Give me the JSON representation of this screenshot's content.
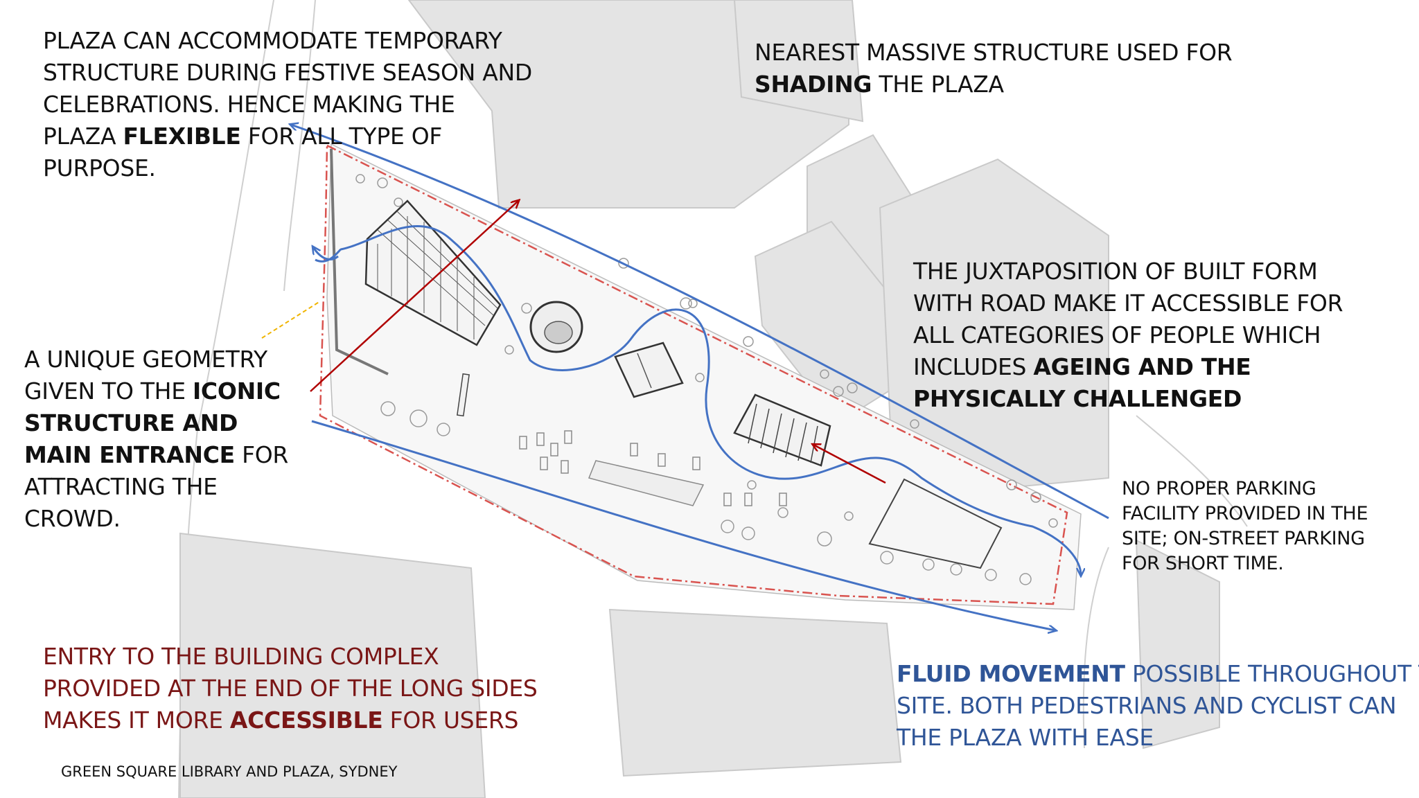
{
  "annotations": {
    "festive": {
      "line1": "PLAZA CAN ACCOMMODATE TEMPORARY",
      "line2": "STRUCTURE DURING FESTIVE SEASON AND",
      "line3": "CELEBRATIONS. HENCE MAKING THE",
      "line4_pre": "PLAZA ",
      "line4_bold": "FLEXIBLE",
      "line4_post": " FOR ALL TYPE OF",
      "line5": "PURPOSE."
    },
    "shading": {
      "line1": "NEAREST MASSIVE STRUCTURE USED FOR",
      "line2_bold": "SHADING",
      "line2_post": " THE PLAZA"
    },
    "juxtaposition": {
      "line1": "THE JUXTAPOSITION OF BUILT FORM",
      "line2": "WITH ROAD MAKE IT ACCESSIBLE FOR",
      "line3": "ALL CATEGORIES OF PEOPLE WHICH",
      "line4_pre": "INCLUDES ",
      "line4_bold": "AGEING AND THE",
      "line5_bold": "PHYSICALLY CHALLENGED"
    },
    "geometry": {
      "line1": "A UNIQUE GEOMETRY",
      "line2_pre": "GIVEN TO THE ",
      "line2_bold": "ICONIC",
      "line3_bold": "STRUCTURE AND",
      "line4_bold": "MAIN ENTRANCE",
      "line4_post": " FOR",
      "line5": "ATTRACTING THE",
      "line6": "CROWD."
    },
    "parking": {
      "line1": "NO PROPER PARKING",
      "line2": "FACILITY PROVIDED IN THE",
      "line3": "SITE; ON-STREET PARKING",
      "line4": "FOR SHORT TIME."
    },
    "entry": {
      "line1": "ENTRY TO THE BUILDING COMPLEX",
      "line2": "PROVIDED AT THE END OF THE LONG SIDES",
      "line3_pre": "MAKES IT MORE  ",
      "line3_bold": "ACCESSIBLE",
      "line3_post": " FOR USERS"
    },
    "fluid": {
      "line1_bold": "FLUID MOVEMENT",
      "line1_post": " POSSIBLE THROUGHOUT T",
      "line2": "SITE. BOTH PEDESTRIANS AND CYCLIST CAN",
      "line3": "THE PLAZA WITH EASE"
    }
  },
  "caption": "GREEN SQUARE LIBRARY AND PLAZA, SYDNEY",
  "colors": {
    "entry_text": "#7a1616",
    "fluid_text": "#2f5597",
    "entry_arrows": "#b00000",
    "movement_arrows": "#4472c4",
    "site_boundary": "#d9534f",
    "leader_line": "#f0b400",
    "buildings": "#e4e4e4"
  }
}
